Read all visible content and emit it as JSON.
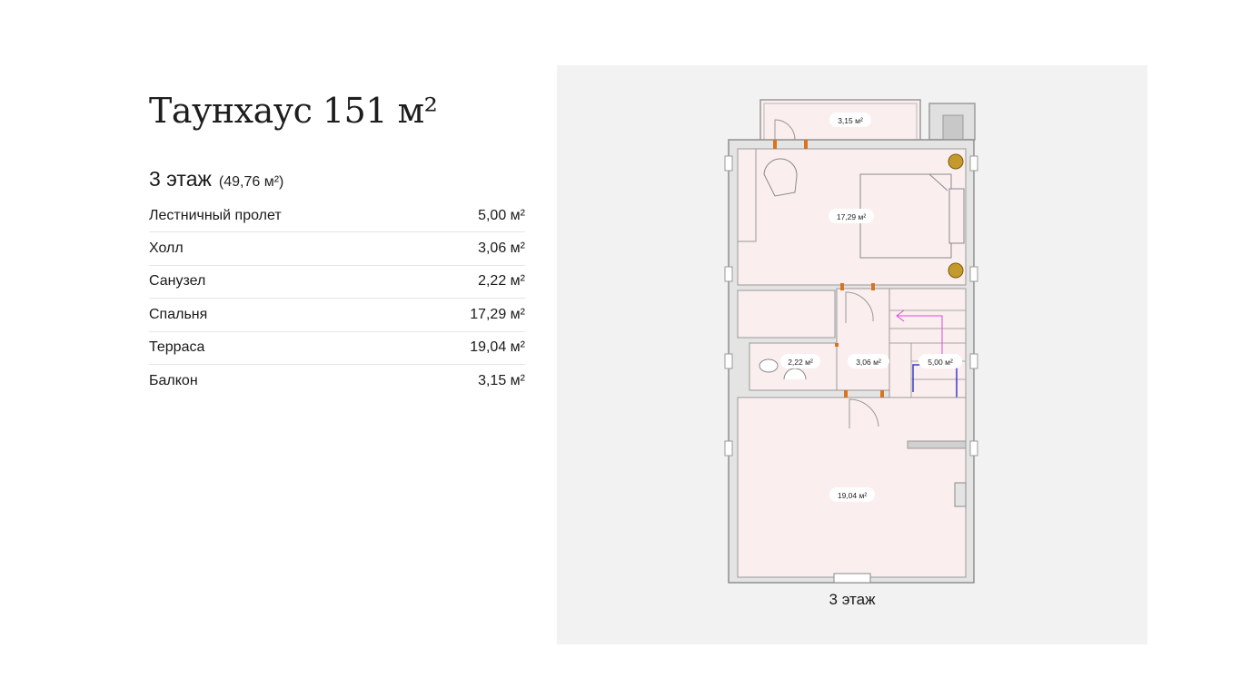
{
  "title": "Таунхаус 151 м²",
  "floor": {
    "name": "3 этаж",
    "total": "(49,76 м²)"
  },
  "rooms": [
    {
      "name": "Лестничный пролет",
      "area": "5,00 м²"
    },
    {
      "name": "Холл",
      "area": "3,06 м²"
    },
    {
      "name": "Санузел",
      "area": "2,22 м²"
    },
    {
      "name": "Спальня",
      "area": "17,29 м²"
    },
    {
      "name": "Терраса",
      "area": "19,04 м²"
    },
    {
      "name": "Балкон",
      "area": "3,15 м²"
    }
  ],
  "plan": {
    "caption": "3 этаж",
    "labels": {
      "balcony": "3,15 м²",
      "bedroom": "17,29 м²",
      "bathroom": "2,22 м²",
      "hall": "3,06 м²",
      "stairs": "5,00 м²",
      "terrace": "19,04 м²"
    }
  },
  "colors": {
    "panel": "#f2f2f2",
    "room_fill": "#fbeeee",
    "wall": "#9a9a9a",
    "door": "#d9731c",
    "stair_arrow": "#d94fd9"
  }
}
